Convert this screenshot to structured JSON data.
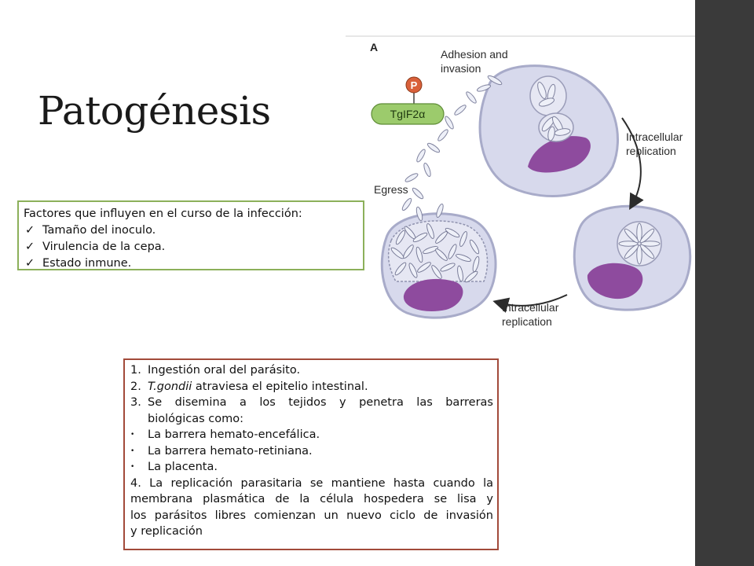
{
  "title": "Patogénesis",
  "factors": {
    "heading": "Factores que influyen en el curso de la infección:",
    "check_glyph": "✓",
    "items": [
      "Tamaño del inoculo.",
      "Virulencia de la cepa.",
      "Estado inmune."
    ]
  },
  "steps": {
    "s1_num": "1.",
    "s1_text": "Ingestión oral del parásito.",
    "s2_num": "2.",
    "s2_text_italic": "T.gondii",
    "s2_text": "atraviesa el epitelio intestinal.",
    "s3_num": "3.",
    "s3_line1": "Se disemina a los tejidos y penetra las barreras",
    "s3_line2": "biológicas como:",
    "bullet_glyph": "•",
    "bullets": [
      "La barrera hemato-encefálica.",
      "La barrera hemato-retiniana.",
      "La placenta."
    ],
    "s4_lines": [
      "4. La replicación parasitaria se mantiene hasta cuando la",
      "membrana plasmática de la célula hospedera se lisa y",
      "los parásitos libres comienzan un nuevo ciclo de invasión",
      "y replicación"
    ]
  },
  "diagram": {
    "panel_label": "A",
    "phosphate_label": "P",
    "protein_label": "TgIF2α",
    "adhesion_label_1": "Adhesion and",
    "adhesion_label_2": "invasion",
    "replication_label_1": "Intracellular",
    "replication_label_2": "replication",
    "replication2_label_1": "Intracellular",
    "replication2_label_2": "replication",
    "egress_label": "Egress",
    "colors": {
      "cell_fill": "#d7d9ec",
      "cell_stroke": "#a8abc9",
      "nucleus": "#8e4b9e",
      "protein": "#9ccb6c",
      "phosphate": "#d9603a",
      "parasite": "#eef0f8"
    }
  }
}
